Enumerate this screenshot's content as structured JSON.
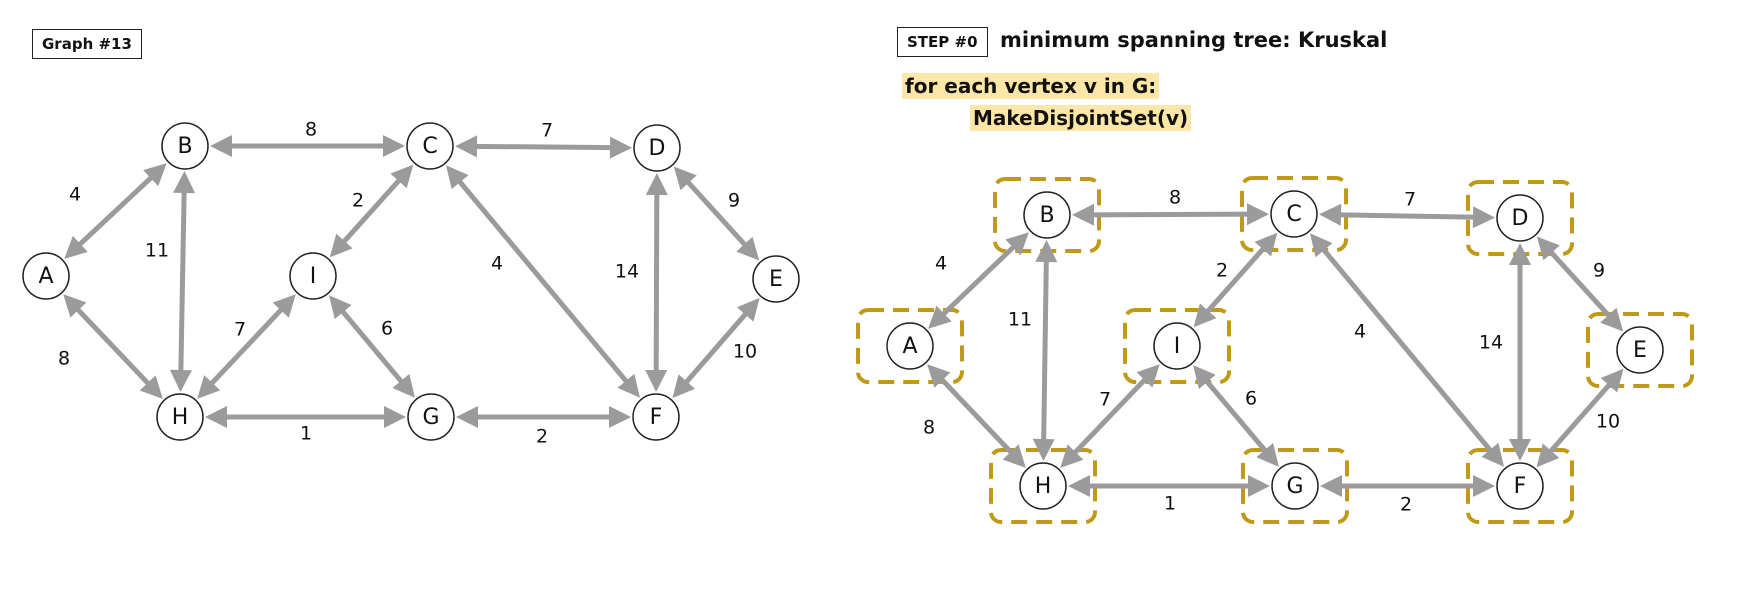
{
  "graph_label": "Graph #13",
  "step_label": "STEP #0",
  "algorithm_title": "minimum spanning tree: Kruskal",
  "pseudocode": [
    "for each vertex v in G:",
    "MakeDisjointSet(v)"
  ],
  "vertices": [
    "A",
    "B",
    "C",
    "D",
    "E",
    "F",
    "G",
    "H",
    "I"
  ],
  "edges": [
    {
      "from": "A",
      "to": "B",
      "weight": "4"
    },
    {
      "from": "A",
      "to": "H",
      "weight": "8"
    },
    {
      "from": "B",
      "to": "C",
      "weight": "8"
    },
    {
      "from": "B",
      "to": "H",
      "weight": "11"
    },
    {
      "from": "C",
      "to": "D",
      "weight": "7"
    },
    {
      "from": "C",
      "to": "I",
      "weight": "2"
    },
    {
      "from": "C",
      "to": "F",
      "weight": "4"
    },
    {
      "from": "D",
      "to": "E",
      "weight": "9"
    },
    {
      "from": "D",
      "to": "F",
      "weight": "14"
    },
    {
      "from": "E",
      "to": "F",
      "weight": "10"
    },
    {
      "from": "H",
      "to": "I",
      "weight": "7"
    },
    {
      "from": "I",
      "to": "G",
      "weight": "6"
    },
    {
      "from": "H",
      "to": "G",
      "weight": "1"
    },
    {
      "from": "G",
      "to": "F",
      "weight": "2"
    }
  ],
  "colors": {
    "edge": "#9b9b9b",
    "disjoint_set_outline": "#c09a16",
    "highlight": "#fde7a8"
  }
}
